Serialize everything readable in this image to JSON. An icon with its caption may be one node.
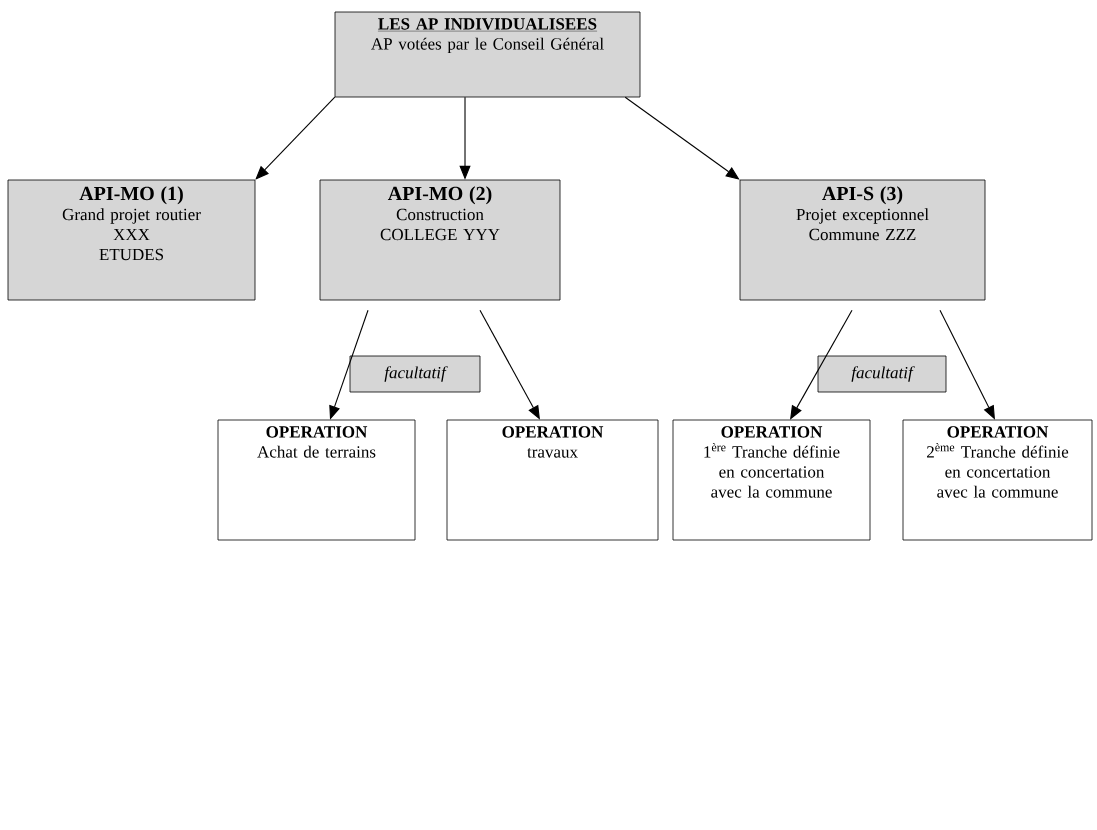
{
  "diagram": {
    "nodes": [
      {
        "text": [
          "LES AP INDIVIDUALISEES",
          "AP votées par le Conseil Général"
        ]
      },
      {
        "text": [
          "API-MO (1)",
          "Grand projet routier",
          "XXX",
          "ETUDES"
        ]
      },
      {
        "text": [
          "API-MO (2)",
          "Construction",
          "COLLEGE YYY"
        ]
      },
      {
        "text": [
          "API-S (3)",
          "Projet exceptionnel",
          "Commune ZZZ"
        ]
      },
      {
        "text": [
          "facultatif"
        ]
      },
      {
        "text": [
          "OPERATION",
          "Achat de terrains"
        ]
      },
      {
        "text": [
          "OPERATION",
          "travaux"
        ]
      },
      {
        "text": [
          "facultatif"
        ]
      },
      {
        "text": [
          "OPERATION",
          "1$^{ère}$ Tranche définie en concertation avec la commune"
        ]
      },
      {
        "text": [
          "OPERATION",
          "2$^{ème}$ Tranche définie en concertation avec la commune"
        ]
      }
    ],
    "edges": [
      {
        "from": 0,
        "to": 1,
        "arrow": "to"
      },
      {
        "from": 0,
        "to": 2,
        "arrow": "to"
      },
      {
        "from": 0,
        "to": 3,
        "arrow": "to"
      },
      {
        "from": 2,
        "to": 5,
        "arrow": "to"
      },
      {
        "from": 2,
        "to": 6,
        "arrow": "to"
      },
      {
        "from": 3,
        "to": 8,
        "arrow": "to"
      },
      {
        "from": 3,
        "to": 9,
        "arrow": "to"
      }
    ]
  }
}
